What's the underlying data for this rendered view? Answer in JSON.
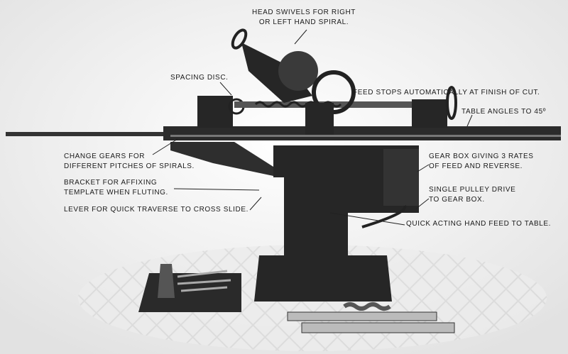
{
  "labels": {
    "head_swivels": [
      "HEAD SWIVELS FOR RIGHT",
      "OR LEFT HAND SPIRAL."
    ],
    "spacing_disc": "SPACING DISC.",
    "feed_stops": "FEED STOPS AUTOMATICALLY AT FINISH OF CUT.",
    "table_angles": "TABLE ANGLES TO 45º",
    "change_gears": [
      "CHANGE GEARS FOR",
      "DIFFERENT PITCHES OF SPIRALS."
    ],
    "gear_box": [
      "GEAR BOX GIVING 3 RATES",
      "OF FEED AND REVERSE."
    ],
    "bracket": [
      "BRACKET FOR AFFIXING",
      "TEMPLATE WHEN FLUTING."
    ],
    "single_pulley": [
      "SINGLE PULLEY DRIVE",
      "TO GEAR BOX."
    ],
    "lever": "LEVER FOR QUICK TRAVERSE TO CROSS SLIDE.",
    "quick_feed": "QUICK ACTING HAND FEED TO TABLE."
  },
  "colors": {
    "background": "#f4f4f4",
    "machine": "#262626",
    "floor": "#c8c8c8"
  }
}
